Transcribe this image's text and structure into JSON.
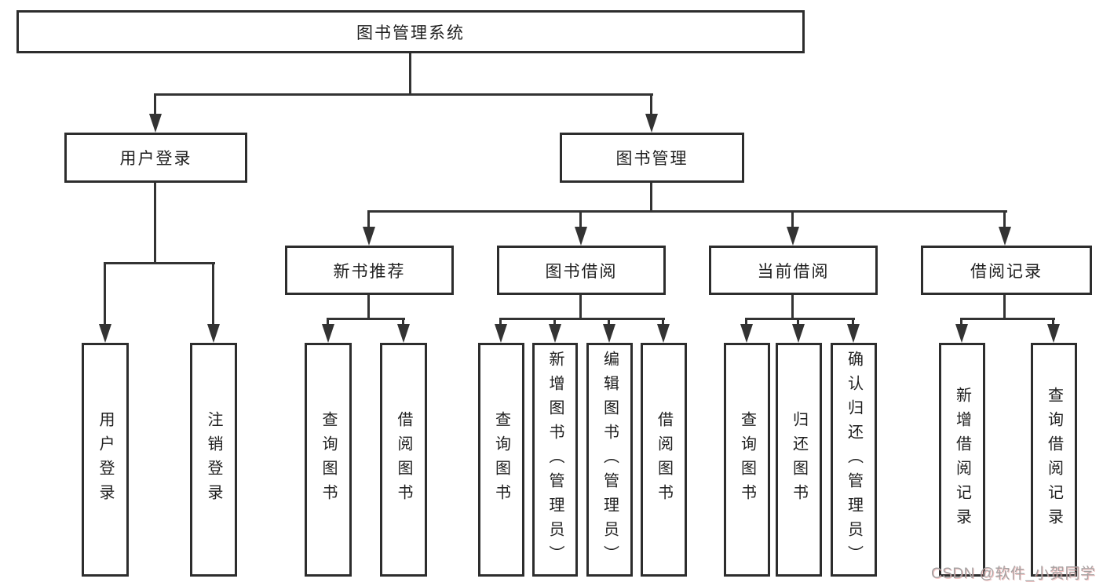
{
  "title": "图书管理系统",
  "watermark": "CSDN @软件_小贺同学",
  "colors": {
    "line": "#333333",
    "box_border": "#2d2d2d",
    "text": "#1f1f1f",
    "watermark": "#a6a3a3",
    "background": "#ffffff"
  },
  "branches": {
    "user_login": {
      "label": "用户登录",
      "children": [
        {
          "label": "用户登录"
        },
        {
          "label": "注销登录"
        }
      ]
    },
    "book_mgmt": {
      "label": "图书管理",
      "sections": {
        "new_books": {
          "label": "新书推荐",
          "children": [
            {
              "label": "查询图书"
            },
            {
              "label": "借阅图书"
            }
          ]
        },
        "borrow": {
          "label": "图书借阅",
          "children": [
            {
              "label": "查询图书"
            },
            {
              "label": "新增图书（管理员）"
            },
            {
              "label": "编辑图书（管理员）"
            },
            {
              "label": "借阅图书"
            }
          ]
        },
        "current": {
          "label": "当前借阅",
          "children": [
            {
              "label": "查询图书"
            },
            {
              "label": "归还图书"
            },
            {
              "label": "确认归还（管理员）"
            }
          ]
        },
        "records": {
          "label": "借阅记录",
          "children": [
            {
              "label": "新增借阅记录"
            },
            {
              "label": "查询借阅记录"
            }
          ]
        }
      }
    }
  }
}
